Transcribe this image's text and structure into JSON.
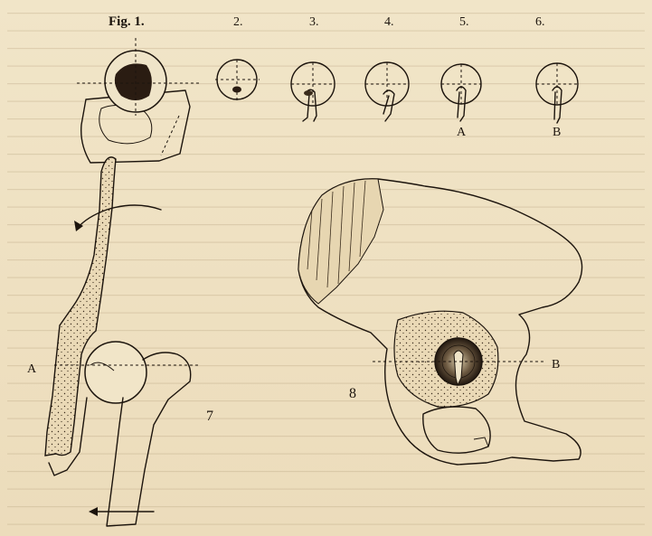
{
  "figure": {
    "labels": {
      "fig1": "Fig. 1.",
      "fig2": "2.",
      "fig3": "3.",
      "fig4": "4.",
      "fig5": "5.",
      "fig6": "6.",
      "sub_a": "A",
      "sub_b": "B",
      "fig7": "7",
      "fig8": "8",
      "hip_a": "A",
      "pelvis_b": "B"
    }
  }
}
